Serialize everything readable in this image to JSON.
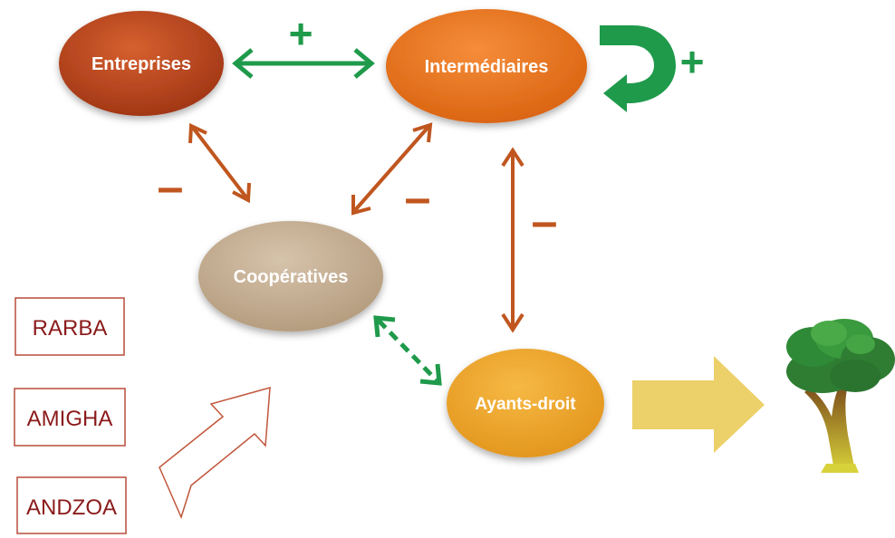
{
  "nodes": {
    "entreprises": "Entreprises",
    "intermediaires": "Intermédiaires",
    "cooperatives": "Coopératives",
    "ayants_droit": "Ayants-droit"
  },
  "boxes": [
    "RARBA",
    "AMIGHA",
    "ANDZOA"
  ],
  "signs": {
    "entreprises_intermediaires": "+",
    "intermediaires_self": "+",
    "entreprises_cooperatives": "–",
    "intermediaires_cooperatives": "–",
    "intermediaires_ayants_droit": "–"
  },
  "colors": {
    "positive": "#1f9a4b",
    "negative": "#c0561f",
    "entreprises": "#b8421a",
    "intermediaires": "#e8731e",
    "cooperatives": "#c4ae93",
    "ayants_droit": "#eda529",
    "box_border": "#b84c3a",
    "box_text": "#8b1a1a",
    "yellow_arrow": "#ecd06a"
  }
}
